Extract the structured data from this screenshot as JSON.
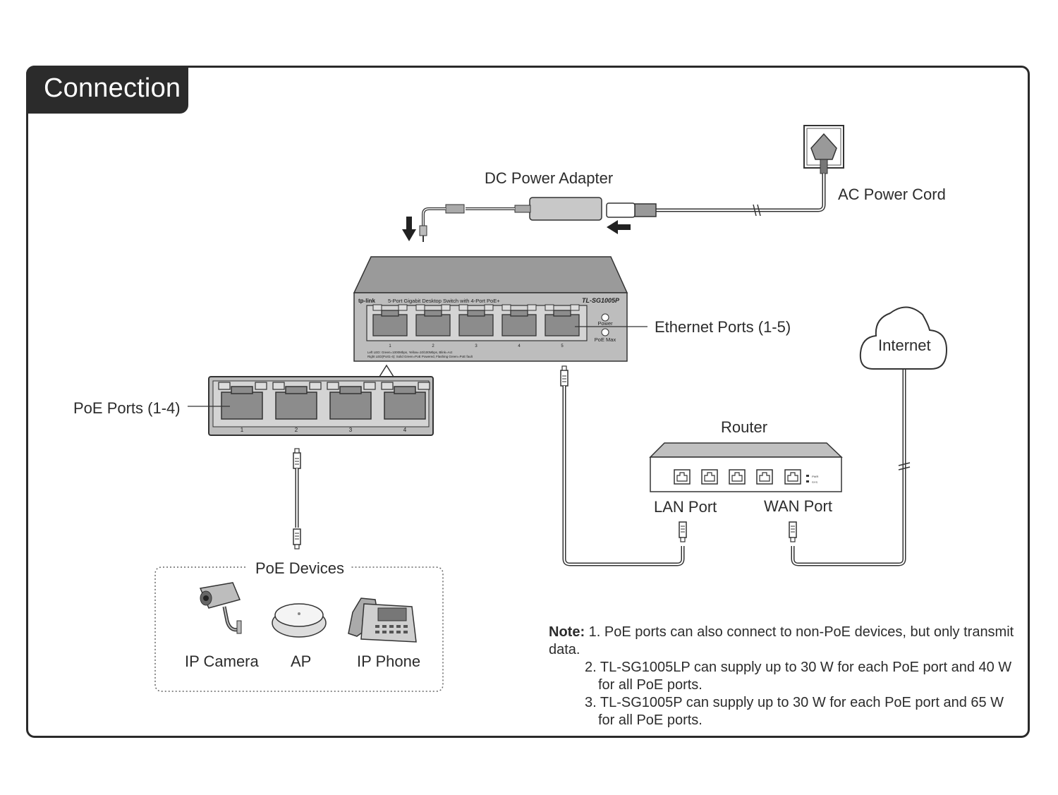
{
  "title": "Connection",
  "labels": {
    "dc_adapter": "DC Power Adapter",
    "ac_cord": "AC Power Cord",
    "ethernet_ports": "Ethernet Ports (1-5)",
    "internet": "Internet",
    "poe_ports": "PoE Ports (1-4)",
    "router": "Router",
    "lan_port": "LAN Port",
    "wan_port": "WAN Port",
    "poe_devices": "PoE Devices",
    "ip_camera": "IP Camera",
    "ap": "AP",
    "ip_phone": "IP Phone"
  },
  "switch": {
    "brand": "tp-link",
    "description": "5-Port Gigabit Desktop Switch with 4-Port PoE+",
    "model": "TL-SG1005P",
    "power_led": "Power",
    "poe_max_led": "PoE Max",
    "port_numbers": [
      "1",
      "2",
      "3",
      "4",
      "5"
    ],
    "legend_line1": "Left LED:  Green=1000Mbps, Yellow=10/100Mbps, Blink=Act",
    "legend_line2": "Right LED(Port1-4):  Solid Green=PoE Powered, Flashing Green=PoE fault"
  },
  "poe_zoom_port_numbers": [
    "1",
    "2",
    "3",
    "4"
  ],
  "router_leds": [
    "PWR",
    "SYS"
  ],
  "note": {
    "head": "Note:",
    "items": [
      "1. PoE ports can also connect to non-PoE devices, but only transmit data.",
      "2. TL-SG1005LP can supply up to 30 W for each PoE port and 40 W for all PoE ports.",
      "3. TL-SG1005P can supply up to 30 W for each PoE port and 65 W for all PoE ports."
    ]
  },
  "colors": {
    "frame": "#2a2a2a",
    "switch_body": "#bdbdbd",
    "switch_top": "#9a9a9a",
    "port_fill": "#8a8a8a",
    "line": "#333333"
  }
}
